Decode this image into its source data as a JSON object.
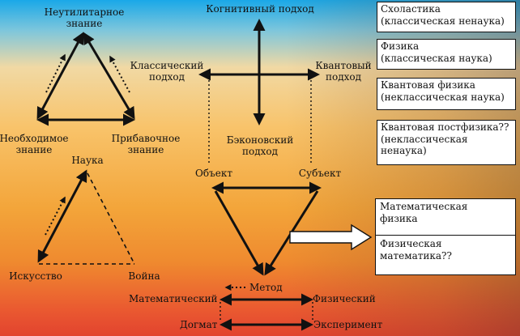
{
  "left_triangle_top": {
    "vertex_top": [
      "Неутилитарное",
      "знание"
    ],
    "vertex_left": [
      "Необходимое",
      "знание"
    ],
    "vertex_right": [
      "Прибавочное",
      "знание"
    ]
  },
  "left_triangle_bottom": {
    "vertex_top": "Наука",
    "vertex_left": "Искусство",
    "vertex_right": "Война"
  },
  "cross": {
    "top": "Когнитивный подход",
    "left": [
      "Классический",
      "подход"
    ],
    "right": [
      "Квантовый",
      "подход"
    ],
    "bottom": [
      "Бэконовский",
      "подход"
    ]
  },
  "center_triangle": {
    "top_left": "Объект",
    "top_right": "Субъект",
    "bottom": "Метод",
    "method_left": "Математический",
    "method_right": "Физический",
    "base_left": "Догмат",
    "base_right": "Эксперимент"
  },
  "boxes": [
    [
      "Схоластика",
      "(классическая ненаука)"
    ],
    [
      "Физика",
      "(классическая наука)"
    ],
    [
      "Квантовая физика",
      "(неклассическая наука)"
    ],
    [
      "Квантовая постфизика??",
      "(неклассическая",
      "ненаука)"
    ]
  ],
  "split_box": {
    "upper": [
      "Математическая",
      "физика"
    ],
    "lower": [
      "Физическая",
      "математика??"
    ]
  }
}
